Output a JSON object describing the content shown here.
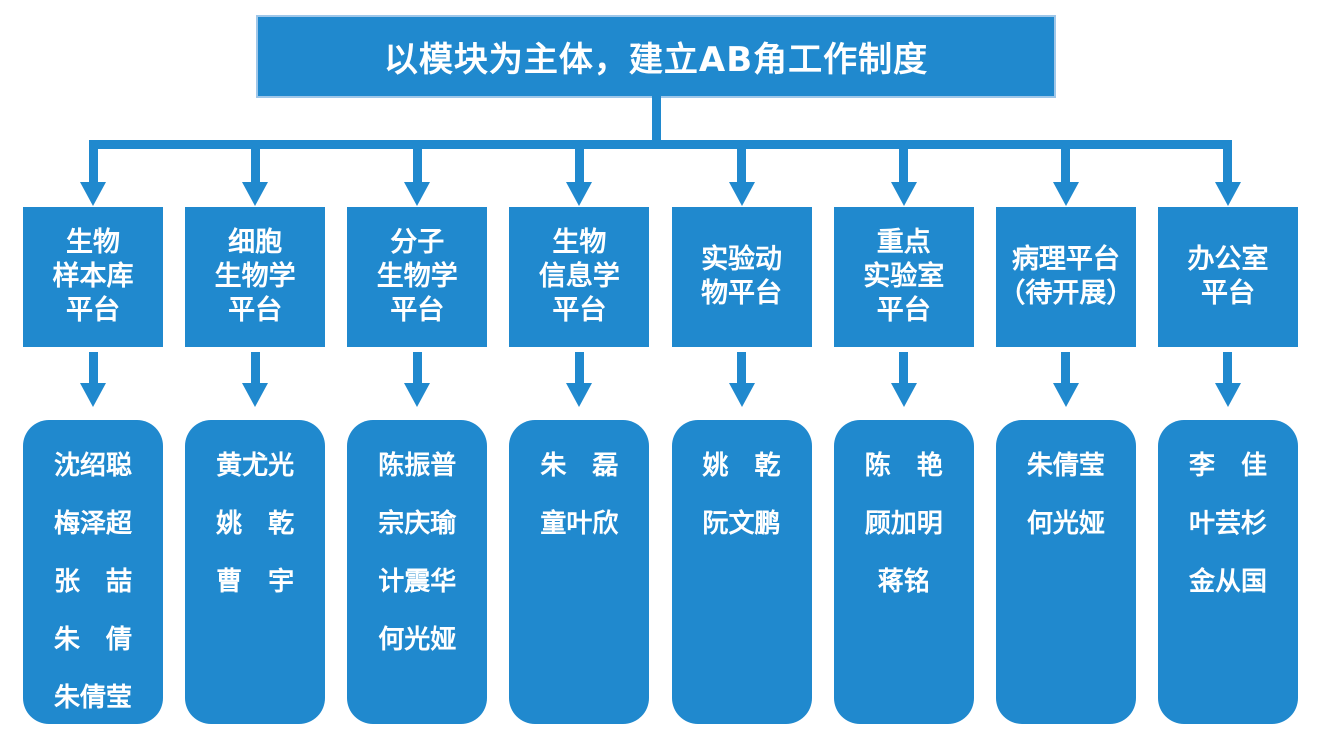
{
  "title": {
    "text": "以模块为主体，建立AB角工作制度"
  },
  "colors": {
    "accent": "#2089CE",
    "title_border": "#9FC7E9",
    "text": "#FFFFFF",
    "background": "#FFFFFF"
  },
  "icons": {
    "connector_arrow": "down-arrow"
  },
  "columns": [
    {
      "platform": {
        "lines": [
          "生物",
          "样本库",
          "平台"
        ]
      },
      "members": [
        "沈绍聪",
        "梅泽超",
        "张　喆",
        "朱　倩",
        "朱倩莹"
      ]
    },
    {
      "platform": {
        "lines": [
          "细胞",
          "生物学",
          "平台"
        ]
      },
      "members": [
        "黄尤光",
        "姚　乾",
        "曹　宇"
      ]
    },
    {
      "platform": {
        "lines": [
          "分子",
          "生物学",
          "平台"
        ]
      },
      "members": [
        "陈振普",
        "宗庆瑜",
        "计震华",
        "何光娅"
      ]
    },
    {
      "platform": {
        "lines": [
          "生物",
          "信息学",
          "平台"
        ]
      },
      "members": [
        "朱　磊",
        "童叶欣"
      ]
    },
    {
      "platform": {
        "lines": [
          "实验动",
          "物平台"
        ]
      },
      "members": [
        "姚　乾",
        "阮文鹏"
      ]
    },
    {
      "platform": {
        "lines": [
          "重点",
          "实验室",
          "平台"
        ]
      },
      "members": [
        "陈　艳",
        "顾加明",
        "蒋铭"
      ]
    },
    {
      "platform": {
        "lines": [
          "病理平台",
          "（待开展）"
        ]
      },
      "members": [
        "朱倩莹",
        "何光娅"
      ]
    },
    {
      "platform": {
        "lines": [
          "办公室",
          "平台"
        ]
      },
      "members": [
        "李　佳",
        "叶芸杉",
        "金从国"
      ]
    }
  ]
}
